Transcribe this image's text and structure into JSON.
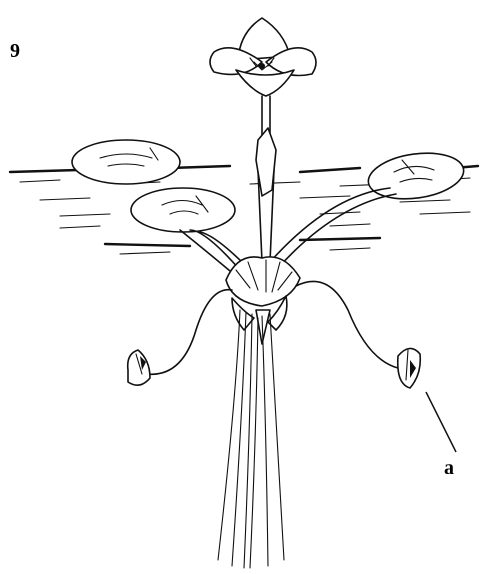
{
  "figure": {
    "number_label": "9",
    "callouts": [
      {
        "id": "a",
        "text": "a"
      }
    ]
  },
  "colors": {
    "ink": "#111111",
    "background": "#ffffff"
  }
}
